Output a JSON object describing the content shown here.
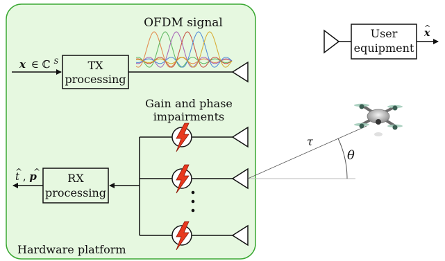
{
  "platform": {
    "label": "Hardware platform",
    "fill": "#e6f8e0",
    "stroke": "#3aa832"
  },
  "ofdm": {
    "label": "OFDM signal",
    "wave_colors": [
      "#e07b39",
      "#4caf50",
      "#9e4fb0",
      "#c0392b",
      "#3a7bd5",
      "#d4a017"
    ]
  },
  "tx": {
    "input_symbol": "x",
    "input_set": "∈ ℂ",
    "input_sup": "S",
    "box_line1": "TX",
    "box_line2": "processing"
  },
  "rx": {
    "output_t": "t",
    "output_sep": ", ",
    "output_p": "p",
    "box_line1": "RX",
    "box_line2": "processing"
  },
  "impairments": {
    "line1": "Gain and phase",
    "line2": "impairments",
    "color": "#c0392b",
    "icon_color": "#e8381e"
  },
  "ue": {
    "box_line1": "User",
    "box_line2": "equipment",
    "output_symbol": "x"
  },
  "geometry_labels": {
    "tau": "τ",
    "theta": "θ"
  },
  "colors": {
    "line": "#111111",
    "ray": "#555555",
    "baseline": "#bbbbbb"
  }
}
